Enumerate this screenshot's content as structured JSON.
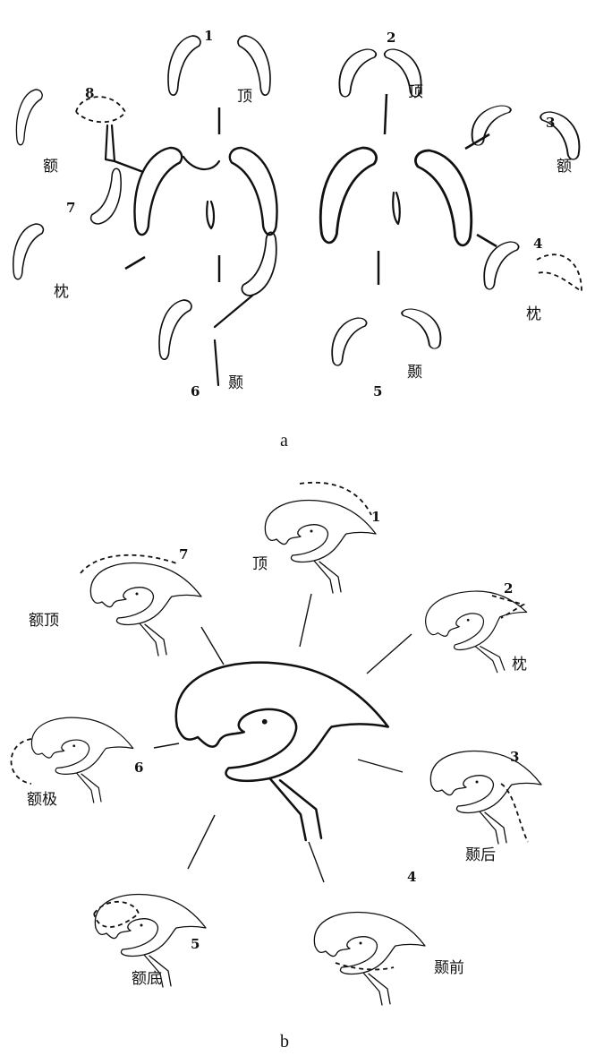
{
  "figure_a": {
    "caption": "a",
    "views": [
      {
        "num": "1",
        "label": "顶"
      },
      {
        "num": "2",
        "label": "顶"
      },
      {
        "num": "3",
        "label": "额"
      },
      {
        "num": "4",
        "label": "枕"
      },
      {
        "num": "5",
        "label": "颞"
      },
      {
        "num": "6",
        "label": "颞"
      },
      {
        "num": "7",
        "label": "枕"
      },
      {
        "num": "8",
        "label": "额"
      }
    ]
  },
  "figure_b": {
    "caption": "b",
    "views": [
      {
        "num": "1",
        "label": "顶"
      },
      {
        "num": "2",
        "label": "枕"
      },
      {
        "num": "3",
        "label": "颞后"
      },
      {
        "num": "4",
        "label": "颞前"
      },
      {
        "num": "5",
        "label": "额底"
      },
      {
        "num": "6",
        "label": "额极"
      },
      {
        "num": "7",
        "label": "额顶"
      }
    ]
  }
}
